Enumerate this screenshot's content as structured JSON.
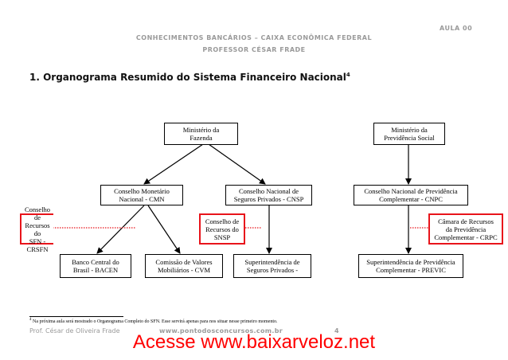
{
  "header": {
    "aula": "AULA 00",
    "course": "CONHECIMENTOS BANCÁRIOS – CAIXA ECONÔMICA FEDERAL",
    "professor": "PROFESSOR CÉSAR FRADE"
  },
  "section_title": "1. Organograma Resumido do Sistema Financeiro Nacional",
  "section_title_note": "4",
  "org": {
    "ministerio_fazenda": [
      "Ministério da",
      "Fazenda"
    ],
    "ministerio_previdencia": [
      "Ministério da",
      "Previdência Social"
    ],
    "cmn": [
      "Conselho Monetário",
      "Nacional - CMN"
    ],
    "cnsp": [
      "Conselho Nacional de",
      "Seguros Privados - CNSP"
    ],
    "cnpc": [
      "Conselho Nacional de Previdência",
      "Complementar - CNPC"
    ],
    "crsfn": [
      "Conselho de",
      "Recursos do",
      "SFN - CRSFN"
    ],
    "conselho_snsp": [
      "Conselho de",
      "Recursos do",
      "SNSP"
    ],
    "camara_previdencia": [
      "Câmara de Recursos",
      "da Previdência",
      "Complementar - CRPC"
    ],
    "bacen": [
      "Banco Central do",
      "Brasil - BACEN"
    ],
    "cvm": [
      "Comissão de Valores",
      "Mobiliários - CVM"
    ],
    "susep": [
      "Superintendência de",
      "Seguros Privados -"
    ],
    "previc": [
      "Superintendência de Previdência",
      "Complementar - PREVIC"
    ]
  },
  "footnote": {
    "number": "4",
    "text": "Na próxima aula será mostrado o Organograma Completo do SFN. Esse servirá apenas para nos situar nesse primeiro momento."
  },
  "footer": {
    "author": "Prof. César de Oliveira Frade",
    "site": "www.pontodosconcursos.com.br",
    "page": "4"
  },
  "banner": "Acesse www.baixarveloz.net",
  "colors": {
    "header_gray": "#9a9a9a",
    "highlight_red": "#e8141b",
    "banner_red": "#ff0000"
  }
}
